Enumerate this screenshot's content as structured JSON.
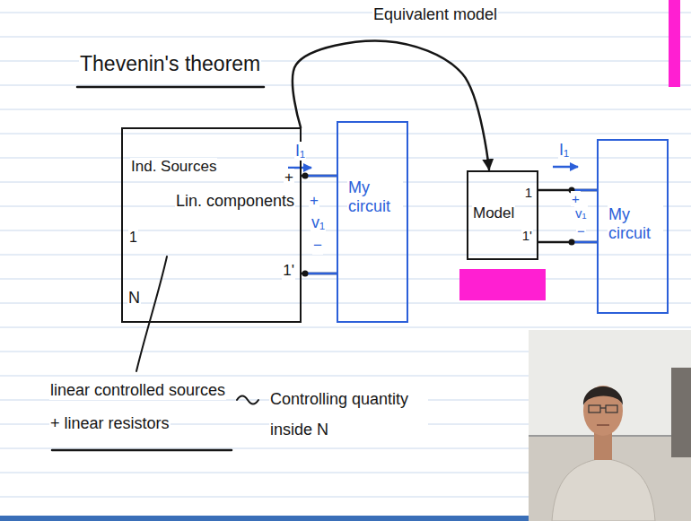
{
  "diagram": {
    "title": "Thevenin's theorem",
    "nodes": [
      {
        "text": [
          "Ind. Sources",
          "+",
          "Lin. components",
          "1",
          "1'",
          "N"
        ]
      },
      {
        "text": [
          "My circuit"
        ]
      },
      {
        "text": [
          "Model",
          "1",
          "1'"
        ]
      },
      {
        "text": [
          "My circuit"
        ]
      }
    ],
    "edges": [
      {
        "from": 0,
        "to": 1,
        "arrow": "none"
      },
      {
        "from": 0,
        "to": 1,
        "arrow": "none"
      },
      {
        "from": 0,
        "to": 2,
        "label": "Equivalent model",
        "arrow": "to"
      },
      {
        "from": 2,
        "to": 3,
        "arrow": "none"
      },
      {
        "from": 2,
        "to": 3,
        "arrow": "none"
      }
    ],
    "labels": [
      "I₁",
      "+",
      "v₁",
      "−",
      "I₁",
      "+",
      "v₁",
      "−",
      "linear controlled sources",
      "+ linear resistors",
      "Controlling quantity inside N"
    ]
  }
}
